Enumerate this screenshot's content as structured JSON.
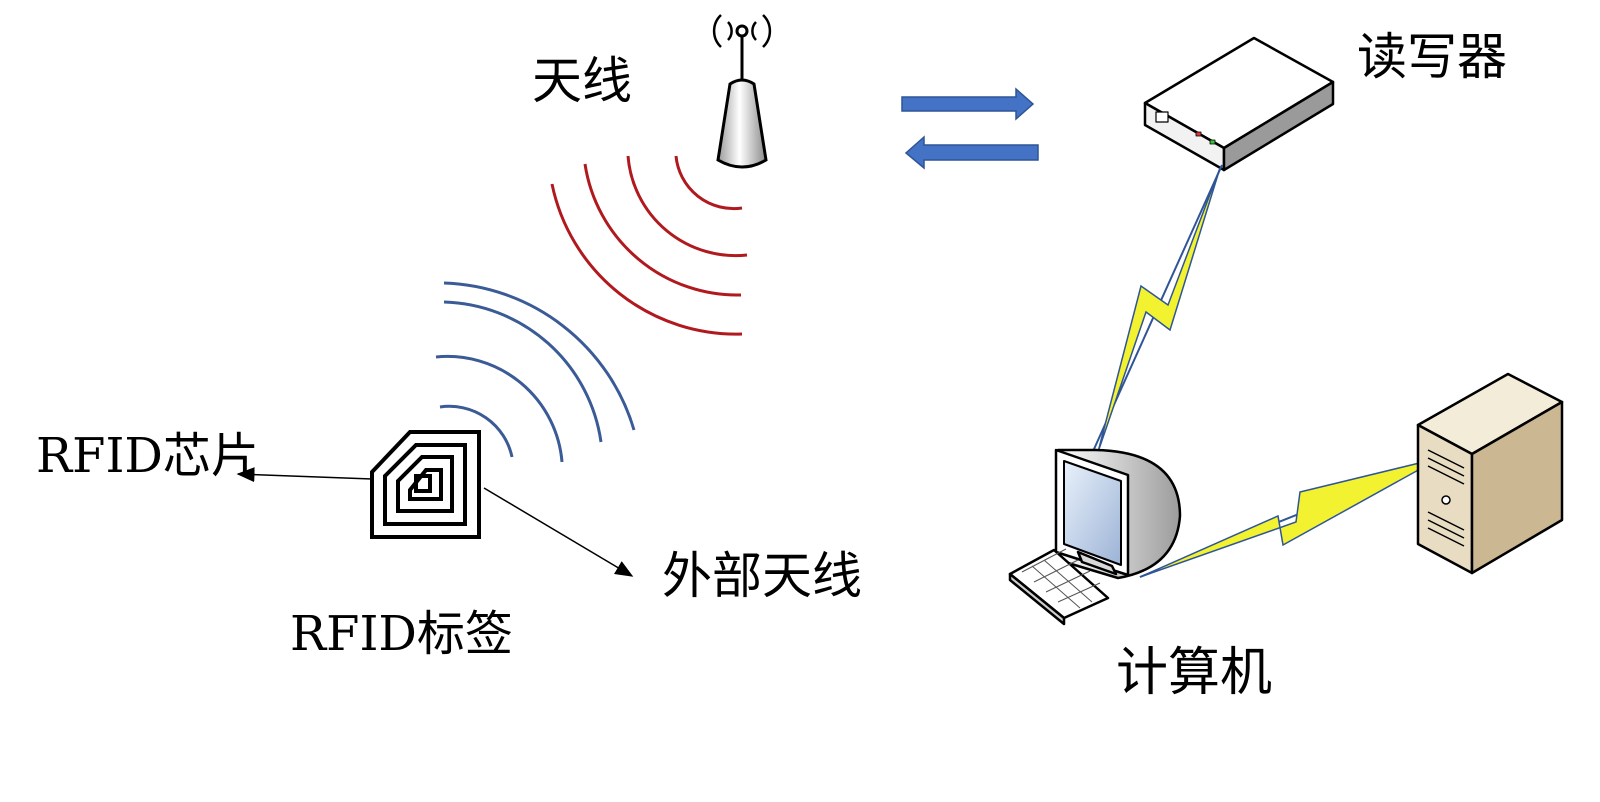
{
  "labels": {
    "antenna": "天线",
    "reader": "读写器",
    "chip": "RFID芯片",
    "external_antenna": "外部天线",
    "tag": "RFID标签",
    "computer": "计算机"
  },
  "colors": {
    "red_wave": "#b0191e",
    "blue_wave": "#3a5b96",
    "arrow_fill": "#4472c4",
    "lightning": "#f2f230",
    "wire": "#2f5597",
    "server": "#e8dcc2"
  },
  "icons": [
    "antenna-icon",
    "reader-icon",
    "rfid-tag-icon",
    "computer-icon",
    "server-icon"
  ]
}
